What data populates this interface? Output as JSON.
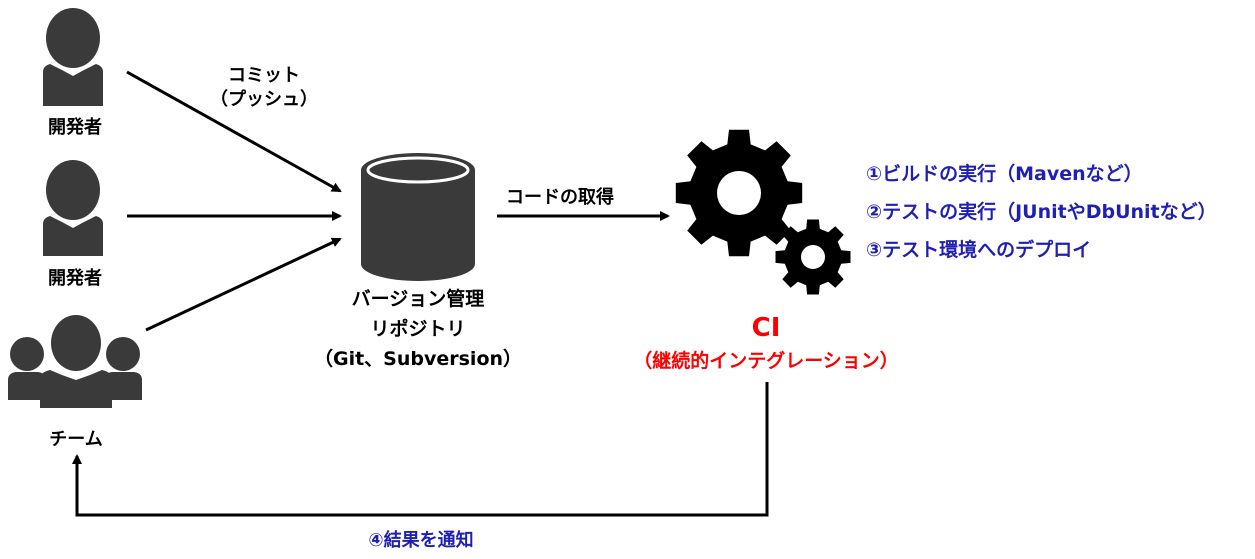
{
  "actors": {
    "developer1": "開発者",
    "developer2": "開発者",
    "team": "チーム"
  },
  "commit_label": {
    "line1": "コミット",
    "line2": "（プッシュ）"
  },
  "repository": {
    "line1": "バージョン管理",
    "line2": "リポジトリ",
    "line3": "（Git、Subversion）"
  },
  "fetch_label": "コードの取得",
  "ci": {
    "title": "CI",
    "subtitle": "（継続的インテグレーション）"
  },
  "steps": [
    "①ビルドの実行（Mavenなど）",
    "②テストの実行（JUnitやDbUnitなど）",
    "③テスト環境へのデプロイ"
  ],
  "notify_label": "④結果を通知",
  "colors": {
    "icon": "#3a3a3a",
    "gear": "#000000",
    "arrow": "#000000",
    "steps_text": "#1f1fb4",
    "ci_text": "#ff0000"
  }
}
